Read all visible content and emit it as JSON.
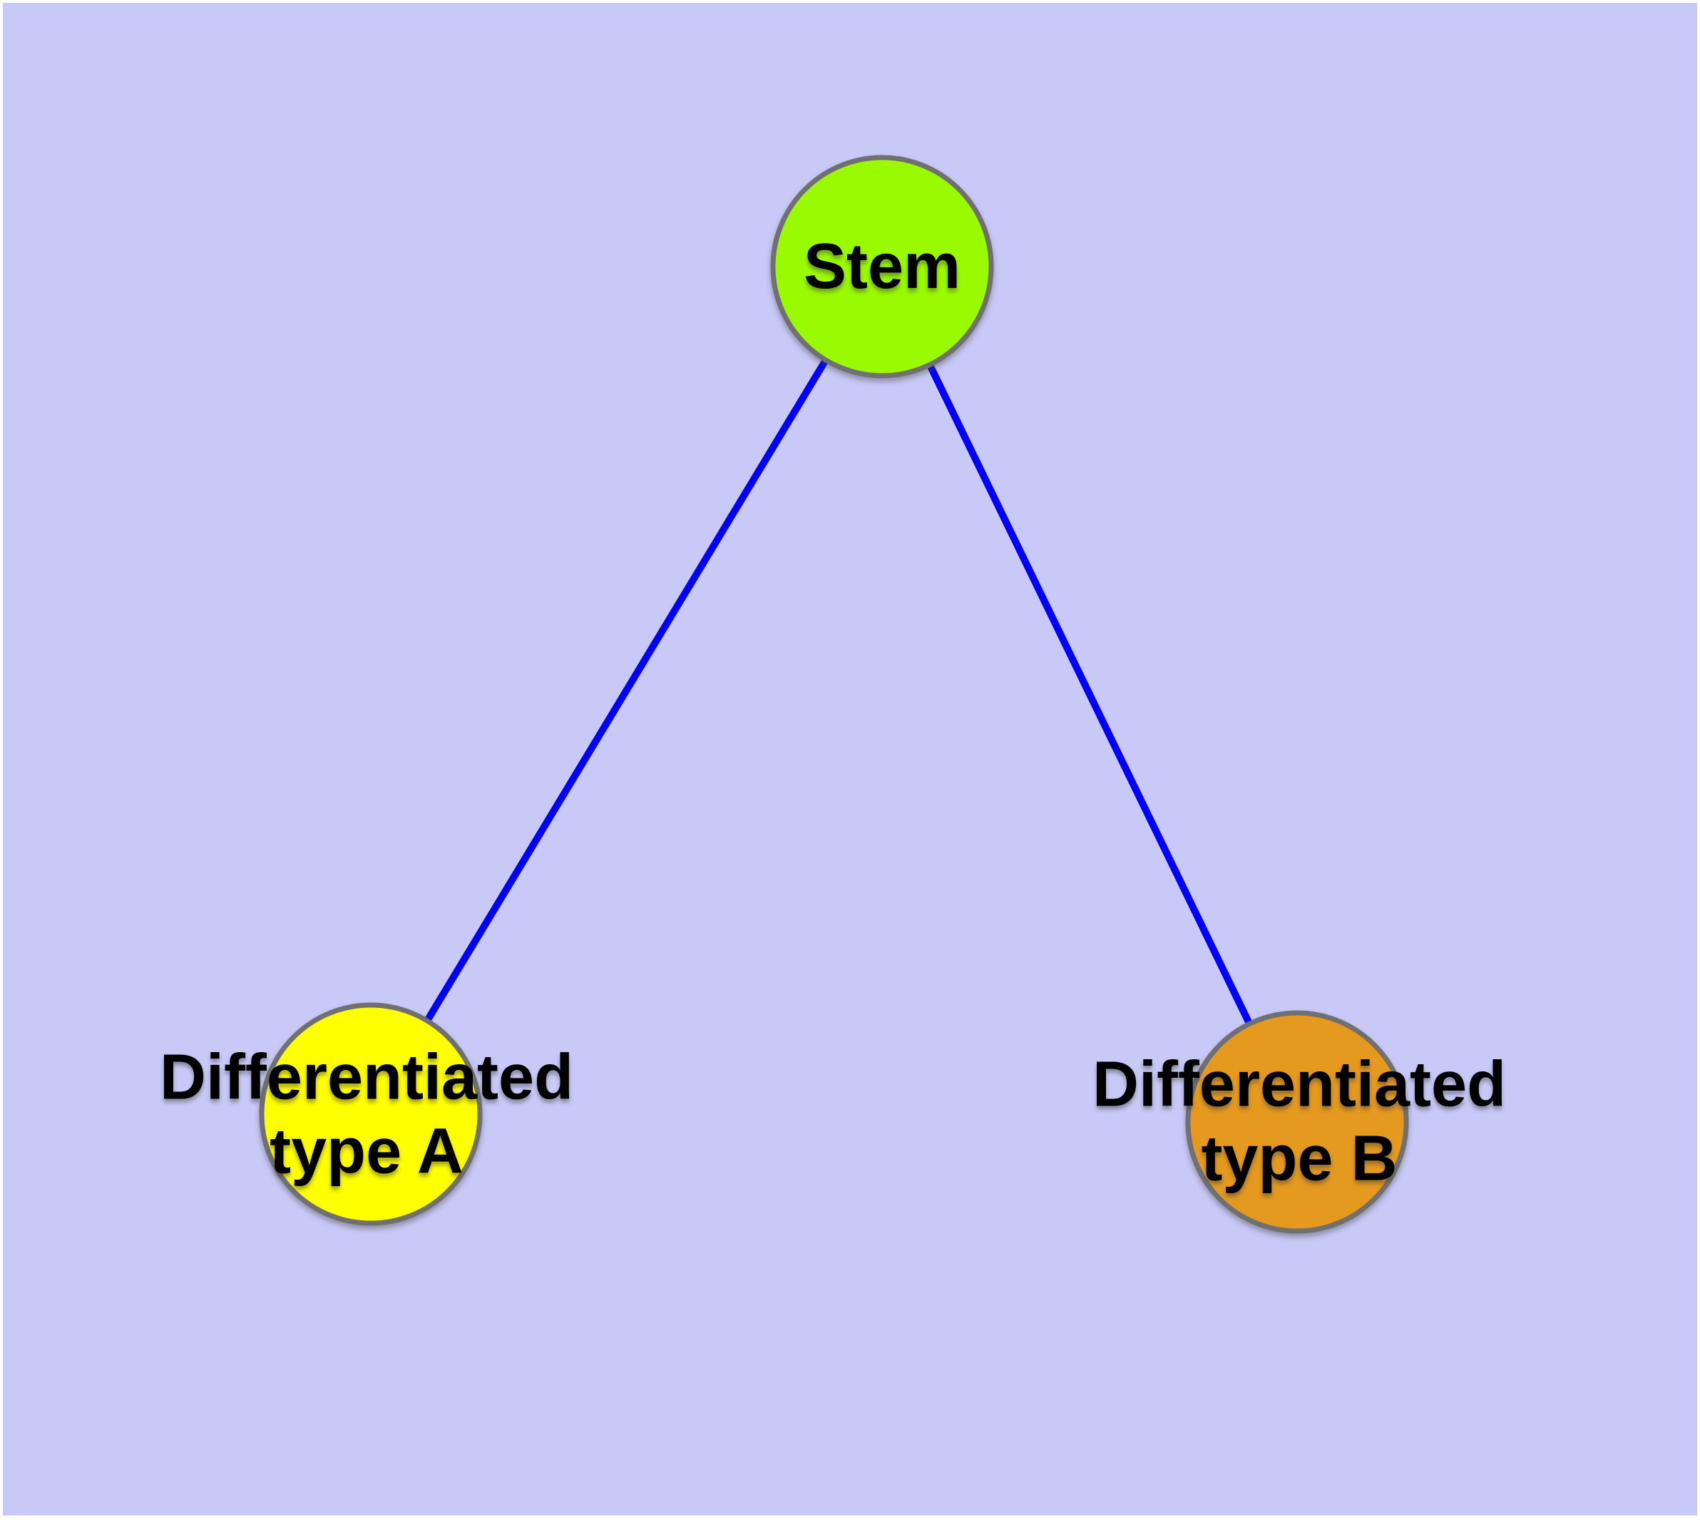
{
  "page": {
    "background": "#FFFFFF",
    "canvas_background": "#C9C9F8"
  },
  "diagram": {
    "type": "graph",
    "edge_color": "#0000FF",
    "node_border_color": "#707070",
    "label_color": "#000000",
    "nodes": [
      {
        "id": "stem",
        "line1": "Stem",
        "line2": "",
        "fill": "#9AFB00"
      },
      {
        "id": "differentiated-type-a",
        "line1": "Differentiated",
        "line2": "type A",
        "fill": "#FFFF00"
      },
      {
        "id": "differentiated-type-b",
        "line1": "Differentiated",
        "line2": "type B",
        "fill": "#E59A1F"
      }
    ],
    "edges": [
      {
        "from": "stem",
        "to": "differentiated-type-a"
      },
      {
        "from": "stem",
        "to": "differentiated-type-b"
      }
    ]
  }
}
